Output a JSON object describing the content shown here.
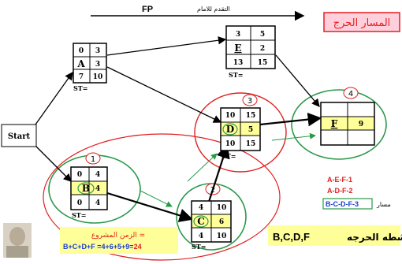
{
  "header": {
    "fp": "FP",
    "forward_text": "التقدم للامام"
  },
  "critical_path_title": "المسار الحرج",
  "start_label": "Start",
  "st_label": "ST=",
  "nodes": {
    "A": {
      "es": "0",
      "dur": "3",
      "letter": "A",
      "ef": "3",
      "ls": "7",
      "lf": "10"
    },
    "E": {
      "es": "3",
      "dur": "5",
      "letter": "E",
      "ef": "2",
      "ls": "13",
      "lf": "15"
    },
    "B": {
      "es": "0",
      "dur": "4",
      "letter": "B",
      "ef": "4",
      "ls": "0",
      "lf": "4"
    },
    "C": {
      "es": "4",
      "dur": "10",
      "letter": "C",
      "ef": "6",
      "ls": "4",
      "lf": "10"
    },
    "D": {
      "es": "10",
      "dur": "15",
      "letter": "D",
      "ef": "5",
      "ls": "10",
      "lf": "15"
    },
    "F": {
      "letter": "F",
      "ef": "9"
    }
  },
  "circle_numbers": {
    "b": "1",
    "c": "2",
    "d": "3",
    "f": "4"
  },
  "paths": {
    "p1": "A-E-F-1",
    "p2": "A-D-F-2",
    "p3": "B-C-D-F-3",
    "path_label": "مسار"
  },
  "project_time": {
    "label": "الزمن المشروع =",
    "formula": "B+C+D+F =4+6+5+9=",
    "total": "24"
  },
  "critical_activities": {
    "label": "انشطه الحرجه",
    "value": "B,C,D,F"
  },
  "colors": {
    "red": "#e02020",
    "green": "#2a9a4a",
    "yellow": "#ffff99",
    "pink": "#ffd0dc",
    "blue": "#1a3cd0"
  }
}
